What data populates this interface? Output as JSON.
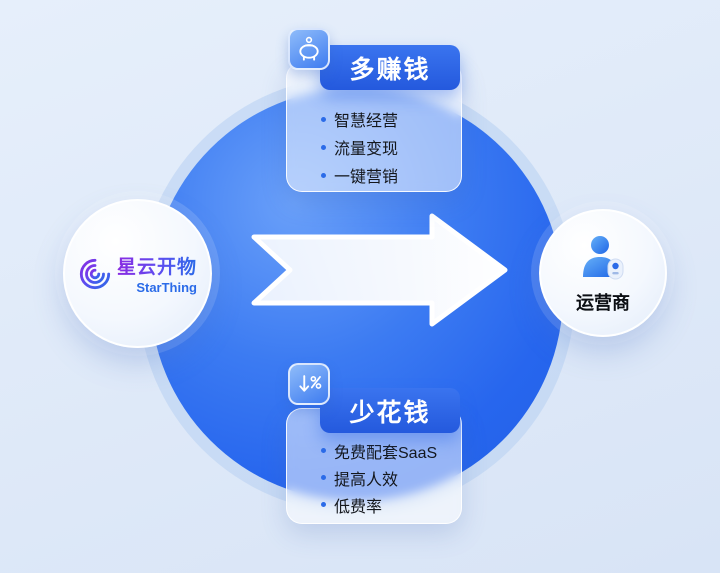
{
  "colors": {
    "accent_blue": "#2b65e5",
    "main_circle_blue": "#2f6fee",
    "background_light_blue": "#dde8f7",
    "bullet_blue": "#2b6be8",
    "badge_text": "#ffffff"
  },
  "left_node": {
    "icon": "spiral-galaxy-icon",
    "logo_cn": "星云开物",
    "logo_en": "StarThing"
  },
  "right_node": {
    "icon": "operator-person-icon",
    "label": "运营商"
  },
  "top_card": {
    "icon": "piggy-bank-icon",
    "badge": "多赚钱",
    "items": [
      "智慧经营",
      "流量变现",
      "一键营销"
    ]
  },
  "bottom_card": {
    "icon": "cost-down-percent-icon",
    "badge": "少花钱",
    "items": [
      "免费配套SaaS",
      "提高人效",
      "低费率"
    ]
  }
}
